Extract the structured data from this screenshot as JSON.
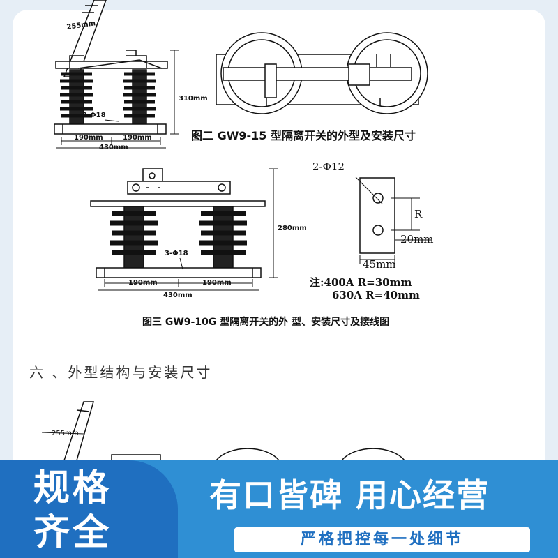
{
  "fig2": {
    "caption": "图二 GW9-15 型隔离开关的外型及安装尺寸",
    "dim_255": "255mm",
    "dim_310": "310mm",
    "hole_label": "3-Φ18",
    "dim_190a": "190mm",
    "dim_190b": "190mm",
    "dim_430": "430mm"
  },
  "fig3": {
    "caption": "图三 GW9-10G 型隔离开关的外 型、安装尺寸及接线图",
    "dim_280": "280mm",
    "hole_label": "3-Φ18",
    "dim_190a": "190mm",
    "dim_190b": "190mm",
    "dim_430": "430mm",
    "terminal_holes": "2-Φ12",
    "terminal_r": "R",
    "terminal_20": "20mm",
    "terminal_45": "45mm",
    "note_line1": "注:400A  R=30mm",
    "note_line2": "630A  R=40mm"
  },
  "section": {
    "title": "六 、外型结构与安装尺寸",
    "dim_255": "255mm"
  },
  "banner": {
    "left_line1": "规格",
    "left_line2": "齐全",
    "slogan": "有口皆碑  用心经营",
    "subtitle": "严格把控每一处细节"
  },
  "colors": {
    "banner_light": "#2f8fd4",
    "banner_dark": "#1f6fc0",
    "page_bg": "#e6eef6"
  }
}
